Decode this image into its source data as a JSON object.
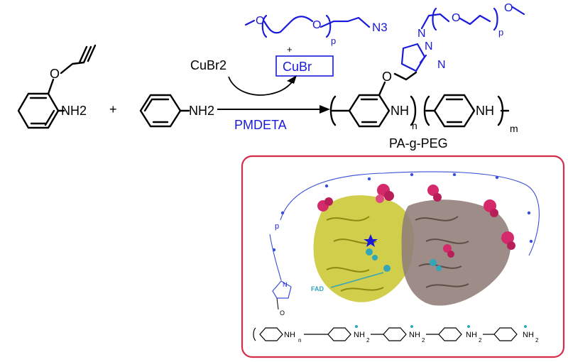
{
  "reagents": {
    "peg_azide": {
      "methyl_o": "O",
      "oxygen": "O",
      "p": "p",
      "azide": "N3"
    },
    "plus_small": "+",
    "cubr2": "CuBr2",
    "cubr": "CuBr",
    "pmdeta": "PMDETA",
    "propargyl": {
      "o": "O",
      "nh2": "NH2"
    },
    "aniline": {
      "nh2": "NH2"
    },
    "plus": "+"
  },
  "product": {
    "label": "PA-g-PEG",
    "nh_1": "NH",
    "n": "n",
    "nh_2": "NH",
    "m": "m",
    "o": "O",
    "peg_o1": "O",
    "peg_o2": "O",
    "p": "p",
    "triazole_n": "N",
    "triazole_nn": "N",
    "triazole_n3": "N"
  },
  "inset": {
    "fad_label": "FAD",
    "chain": {
      "nh": "NH",
      "n": "n",
      "nh2_a": "NH",
      "sub2_a": "2",
      "nh2_b": "NH",
      "sub2_b": "2",
      "nh2_c": "NH",
      "sub2_c": "2",
      "nh2_d": "NH",
      "sub2_d": "2"
    },
    "peg_label": "p",
    "o": "O",
    "triazole": "N"
  },
  "colors": {
    "reaction_blue": "#1a1adb",
    "inset_border": "#d42e4a",
    "protein_yellow": "#bdbb22",
    "protein_brown": "#8e7a72",
    "glycan_pink": "#d42a6b",
    "fad_cyan": "#33a6b8"
  }
}
